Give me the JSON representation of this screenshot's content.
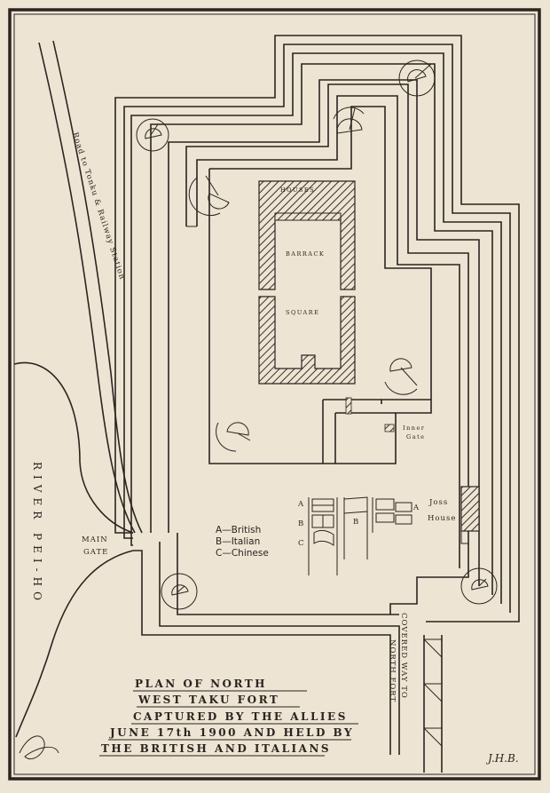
{
  "labels": {
    "road": "Road to Tonku & Railway Station",
    "river": "RIVER PEI-HO",
    "main_gate": "MAIN",
    "main_gate_2": "GATE",
    "houses": "HOUSES",
    "barrack": "BARRACK",
    "square": "SQUARE",
    "inner_gate": "Inner",
    "inner_gate_2": "Gate",
    "joss_house": "Joss",
    "joss_house_2": "House",
    "covered_way": "COVERED WAY TO",
    "north_fort": "NORTH FORT",
    "signature": "J.H.B."
  },
  "flag_markers": [
    "A",
    "B",
    "C",
    "B",
    "A"
  ],
  "legend": [
    "A—British",
    "B—Italian",
    "C—Chinese"
  ],
  "title": [
    "PLAN OF NORTH",
    "WEST TAKU FORT",
    "CAPTURED BY THE ALLIES",
    "JUNE 17th 1900 AND HELD BY",
    "THE BRITISH AND ITALIANS"
  ]
}
